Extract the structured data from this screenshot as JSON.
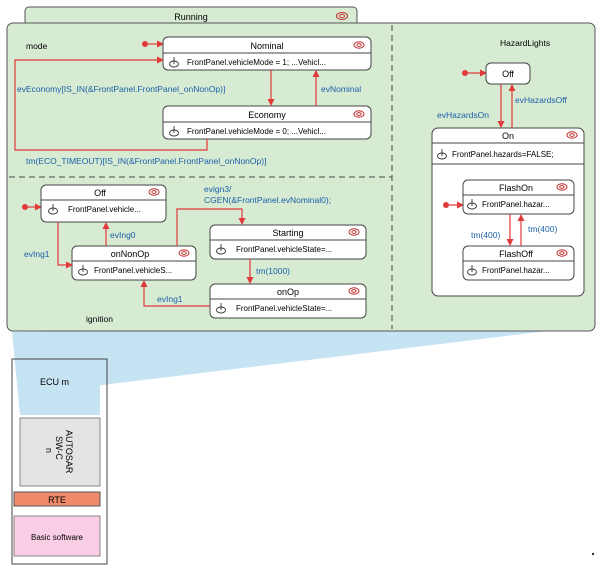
{
  "running": {
    "title": "Running"
  },
  "regions": {
    "mode": "mode",
    "hazard": "HazardLights",
    "ignition": "ignition"
  },
  "states": {
    "nominal": {
      "name": "Nominal",
      "action": "FrontPanel.vehicleMode = 1; ...Vehicl..."
    },
    "economy": {
      "name": "Economy",
      "action": "FrontPanel.vehicleMode = 0; ...Vehicl..."
    },
    "ign_off": {
      "name": "Off",
      "action": "FrontPanel.vehicle..."
    },
    "on_non_op": {
      "name": "onNonOp",
      "action": "FrontPanel.vehicleS..."
    },
    "starting": {
      "name": "Starting",
      "action": "FrontPanel.vehicleState=..."
    },
    "on_op": {
      "name": "onOp",
      "action": "FrontPanel.vehicleState=..."
    },
    "haz_off": {
      "name": "Off"
    },
    "haz_on": {
      "name": "On",
      "action": "FrontPanel.hazards=FALSE;"
    },
    "flash_on": {
      "name": "FlashOn",
      "action": "FrontPanel.hazar..."
    },
    "flash_off": {
      "name": "FlashOff",
      "action": "FrontPanel.hazar..."
    }
  },
  "transitions": {
    "ev_economy": "evEconomy[IS_IN(&FrontPanel.FrontPanel_onNonOp)]",
    "ev_nominal": "evNominal",
    "eco_timeout": "tm(ECO_TIMEOUT)[IS_IN(&FrontPanel.FrontPanel_onNonOp)]",
    "ev_ign1_left": "evIng1",
    "ev_ign0": "evIng0",
    "ev_ign3_line1": "evign3/",
    "ev_ign3_line2": "CGEN(&FrontPanel.evNominal0);",
    "tm_1000": "tm(1000)",
    "ev_ign1_bottom": "evIng1",
    "ev_hazards_on": "evHazardsOn",
    "ev_hazards_off": "evHazardsOff",
    "tm_400_left": "tm(400)",
    "tm_400_right": "tm(400)"
  },
  "ecu": {
    "title": "ECU m",
    "swc_line1": "AUTOSAR",
    "swc_line2": "SW-C",
    "swc_line3": "n",
    "rte": "RTE",
    "bsw": "Basic software"
  },
  "colors": {
    "panel_fill": "#d7ebd3",
    "callout_fill": "#c5e3f3",
    "transition": "#e03a3a",
    "label_text": "#1a5fa8",
    "rte_fill": "#f08a6a",
    "bsw_fill": "#f9cde4",
    "swc_fill": "#e4e4e4"
  }
}
